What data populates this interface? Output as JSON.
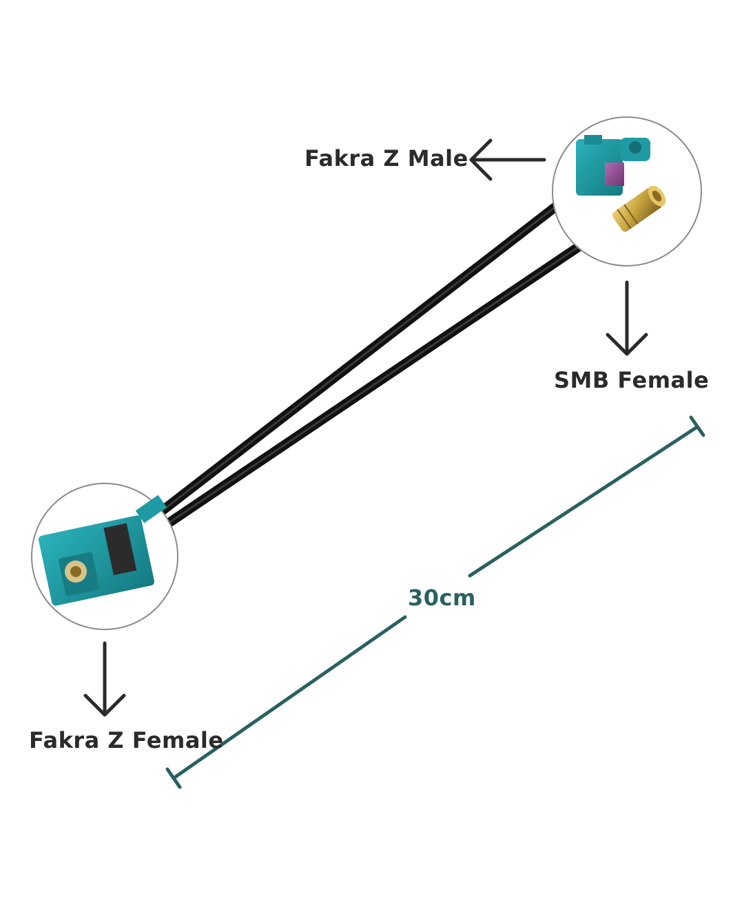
{
  "labels": {
    "fakra_male": "Fakra Z Male",
    "smb_female": "SMB Female",
    "fakra_female": "Fakra Z Female",
    "length": "30cm"
  },
  "colors": {
    "fakra_connector": "#1e8f98",
    "coding_key": "#8e4e91",
    "smb_gold": "#c9a641",
    "cable": "#111111",
    "dimension_line": "#2a6160",
    "arrow": "#2b2b2b"
  }
}
